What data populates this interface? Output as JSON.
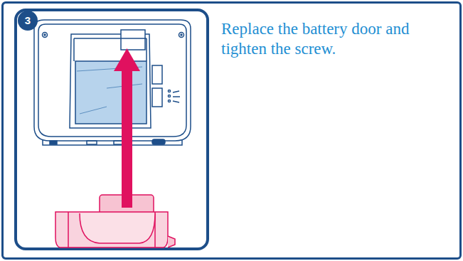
{
  "diagram": {
    "nodes": [
      {
        "text": [
          "Replace the battery door and tighten the screw."
        ]
      },
      {
        "text": [
          "3"
        ],
        "in": 0
      }
    ]
  }
}
